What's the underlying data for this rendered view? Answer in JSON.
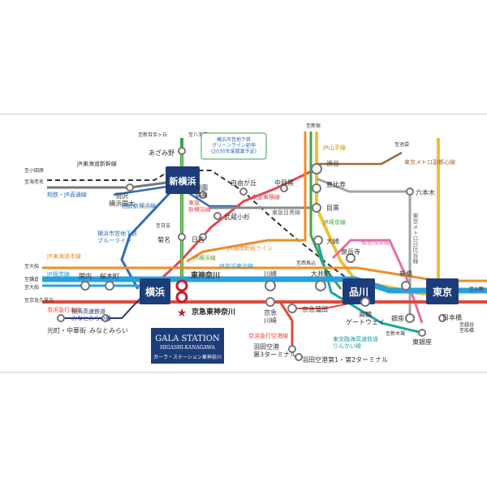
{
  "colors": {
    "jr_blue": "#1a9ad6",
    "keikyu_red": "#e04a3a",
    "tokyu_red": "#e5484d",
    "jr_green": "#4caf50",
    "station_box": "#1d3d7a",
    "subway_blue": "#2e6db4",
    "line_grey": "#8a8a8a",
    "yamanote_yellow": "#f2c12e",
    "keihin_blue": "#3aa0dd",
    "rinkai_teal": "#1aa6a0",
    "asakusa_pink": "#e96ba8",
    "fukutoshin_brown": "#9b6a3a",
    "saikyo_green": "#3fa34d",
    "highlight_star": "#c0202a"
  },
  "hub_stations": {
    "shin_yokohama": "新横浜",
    "yokohama": "横浜",
    "shinagawa": "品川",
    "tokyo": "東京"
  },
  "featured": {
    "station_name": "京急東神奈川",
    "brand_en": "GALA STATION",
    "brand_sub": "HIGASHI-KANAGAWA",
    "brand_jp": "ガーラ・ステーション東神奈川"
  },
  "stations": {
    "higashi_kanagawa": "東神奈川",
    "azamino": "あざみ野",
    "to_shinyurigaoka": "至新百合ヶ丘",
    "to_hachioji": "至八王子",
    "jiyugaoka": "自由が丘",
    "nakameguro": "中目黒",
    "shibuya": "渋谷",
    "ebisu": "恵比寿",
    "meguro": "目黒",
    "osaki": "大崎",
    "denen_chofu": "田園\n調布",
    "musashi_kosugi": "武蔵小杉",
    "hiyoshi": "日吉",
    "kikuna": "菊名",
    "hazawa_yokohama_kokudai": "羽沢\n横浜国大",
    "kannai": "関内",
    "sakuragicho": "桜木町",
    "motomachi_chukagai": "元町・中華街",
    "minatomirai": "みなとみらい",
    "kawasaki": "川崎",
    "oimachi": "大井町",
    "keikyu_kawasaki": "京急\n川崎",
    "keikyu_kamata": "京急蒲田",
    "haneda_t3": "羽田空港\n第3ターミナル",
    "haneda_t12": "羽田空港第1・第2ターミナル",
    "sengakuji": "泉岳寺",
    "takanawa_gateway": "高輪\nゲートウェイ",
    "shimbashi": "新橋",
    "ginza": "銀座",
    "nihombashi": "日本橋",
    "higashi_ginza": "東銀座",
    "roppongi": "六本木",
    "to_shinjuku": "至新宿",
    "to_ikebukuro": "至池袋",
    "to_kami_ueno": "至上野",
    "to_koshigaya_fukuura": "至越谷\n至船橋",
    "to_ofuna_a": "至大船",
    "to_ofuna_b": "至大船",
    "to_kamakura": "至鎌倉",
    "to_keikyu_kurihama": "至京急久里浜",
    "to_shinkiba": "至新木場",
    "to_nishimagome": "至西馬込",
    "to_kodama": "至小田原",
    "to_ebina": "至海老名",
    "to_hiyoshi": "至日吉"
  },
  "line_labels": {
    "jr_tokaido_shinkansen": "JR東海道新幹線",
    "sotetsu_jr_direct": "相鉄・JR直通線",
    "sotetsu_shin_yokohama": "相鉄新横浜線",
    "tokyu_shin_yokohama": "東急\n新横浜線",
    "tokyu_toyoko": "東急東横線",
    "tokyu_meguro": "東急目黒線",
    "jr_yamanote": "JR山手線",
    "jr_saikyo": "JR埼京線",
    "jr_shonan_shinjuku": "JR湘南新宿ライン",
    "jr_yokohama": "JR横浜線",
    "jr_keihin_tohoku": "JR京浜東北線",
    "jr_tokaido_main": "JR東海道本線",
    "jr_negishi": "JR根岸線",
    "keikyu_main": "京浜急行本線",
    "keikyu_airport": "京浜急行空港線",
    "minatomirai_line": "横浜高速鉄道\nみなとみらい線",
    "subway_blue_line": "横浜市営地下鉄\nブルーライン",
    "toei_asakusa": "都営浅草線",
    "rinkai": "東京臨海高速鉄道\nりんかい線",
    "tokyo_metro_fukutoshin": "東京メトロ副都心線",
    "tokyo_metro_hibiya": "東京メトロ日比谷線",
    "green_line_note": "横浜市営地下鉄\nグリーンライン延伸\n(2030年度開業予定)"
  }
}
